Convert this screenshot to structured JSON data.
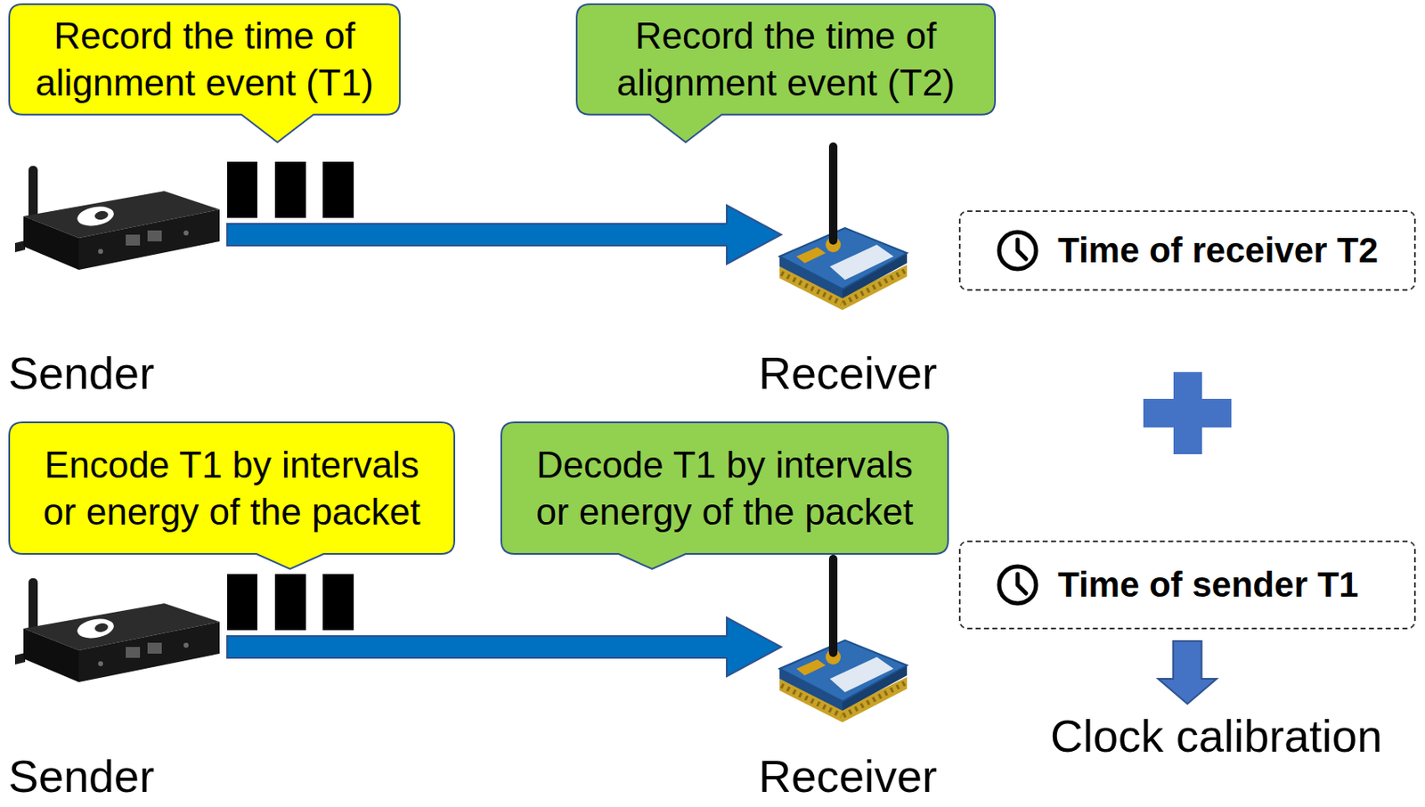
{
  "diagram": {
    "nodes": [
      {
        "text": [
          "Record the time of alignment event (T1)"
        ]
      },
      {
        "text": [
          "Record the time of alignment event (T2)"
        ]
      },
      {
        "text": [
          "Sender"
        ]
      },
      {
        "text": [
          "Receiver"
        ]
      },
      {
        "text": [
          "Time of receiver T2"
        ]
      },
      {
        "text": [
          "Encode T1 by intervals or energy of the packet"
        ]
      },
      {
        "text": [
          "Decode T1 by intervals or energy of the packet"
        ]
      },
      {
        "text": [
          "Sender"
        ]
      },
      {
        "text": [
          "Receiver"
        ]
      },
      {
        "text": [
          "Time of sender T1"
        ]
      },
      {
        "text": [
          "Clock calibration"
        ]
      }
    ],
    "edges": [
      {
        "from": 2,
        "to": 3,
        "arrow": "to"
      },
      {
        "from": 7,
        "to": 8,
        "arrow": "to"
      },
      {
        "from": 9,
        "to": 10,
        "arrow": "to"
      }
    ]
  }
}
